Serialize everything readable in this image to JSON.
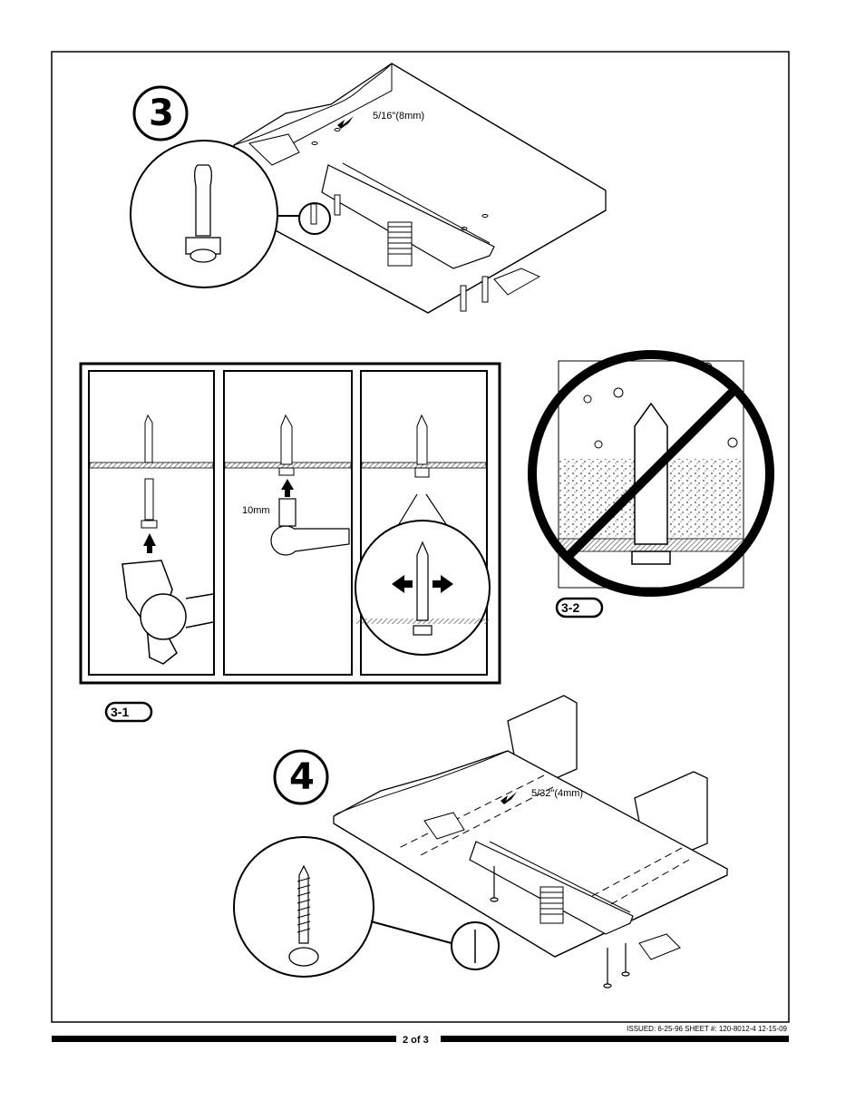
{
  "steps": {
    "step3": {
      "number": "3",
      "hole_size": "5/16\"(8mm)"
    },
    "step3_1": {
      "label": "3-1",
      "socket": "10mm"
    },
    "step3_2": {
      "label": "3-2"
    },
    "step4": {
      "number": "4",
      "hole_size": "5/32\"(4mm)"
    }
  },
  "footer": {
    "issued": "ISSUED: 6-25-96 SHEET #: 120-8012-4 12-15-09",
    "page": "2 of 3"
  },
  "colors": {
    "ink": "#000000",
    "paper": "#ffffff",
    "hatch": "#555555"
  }
}
